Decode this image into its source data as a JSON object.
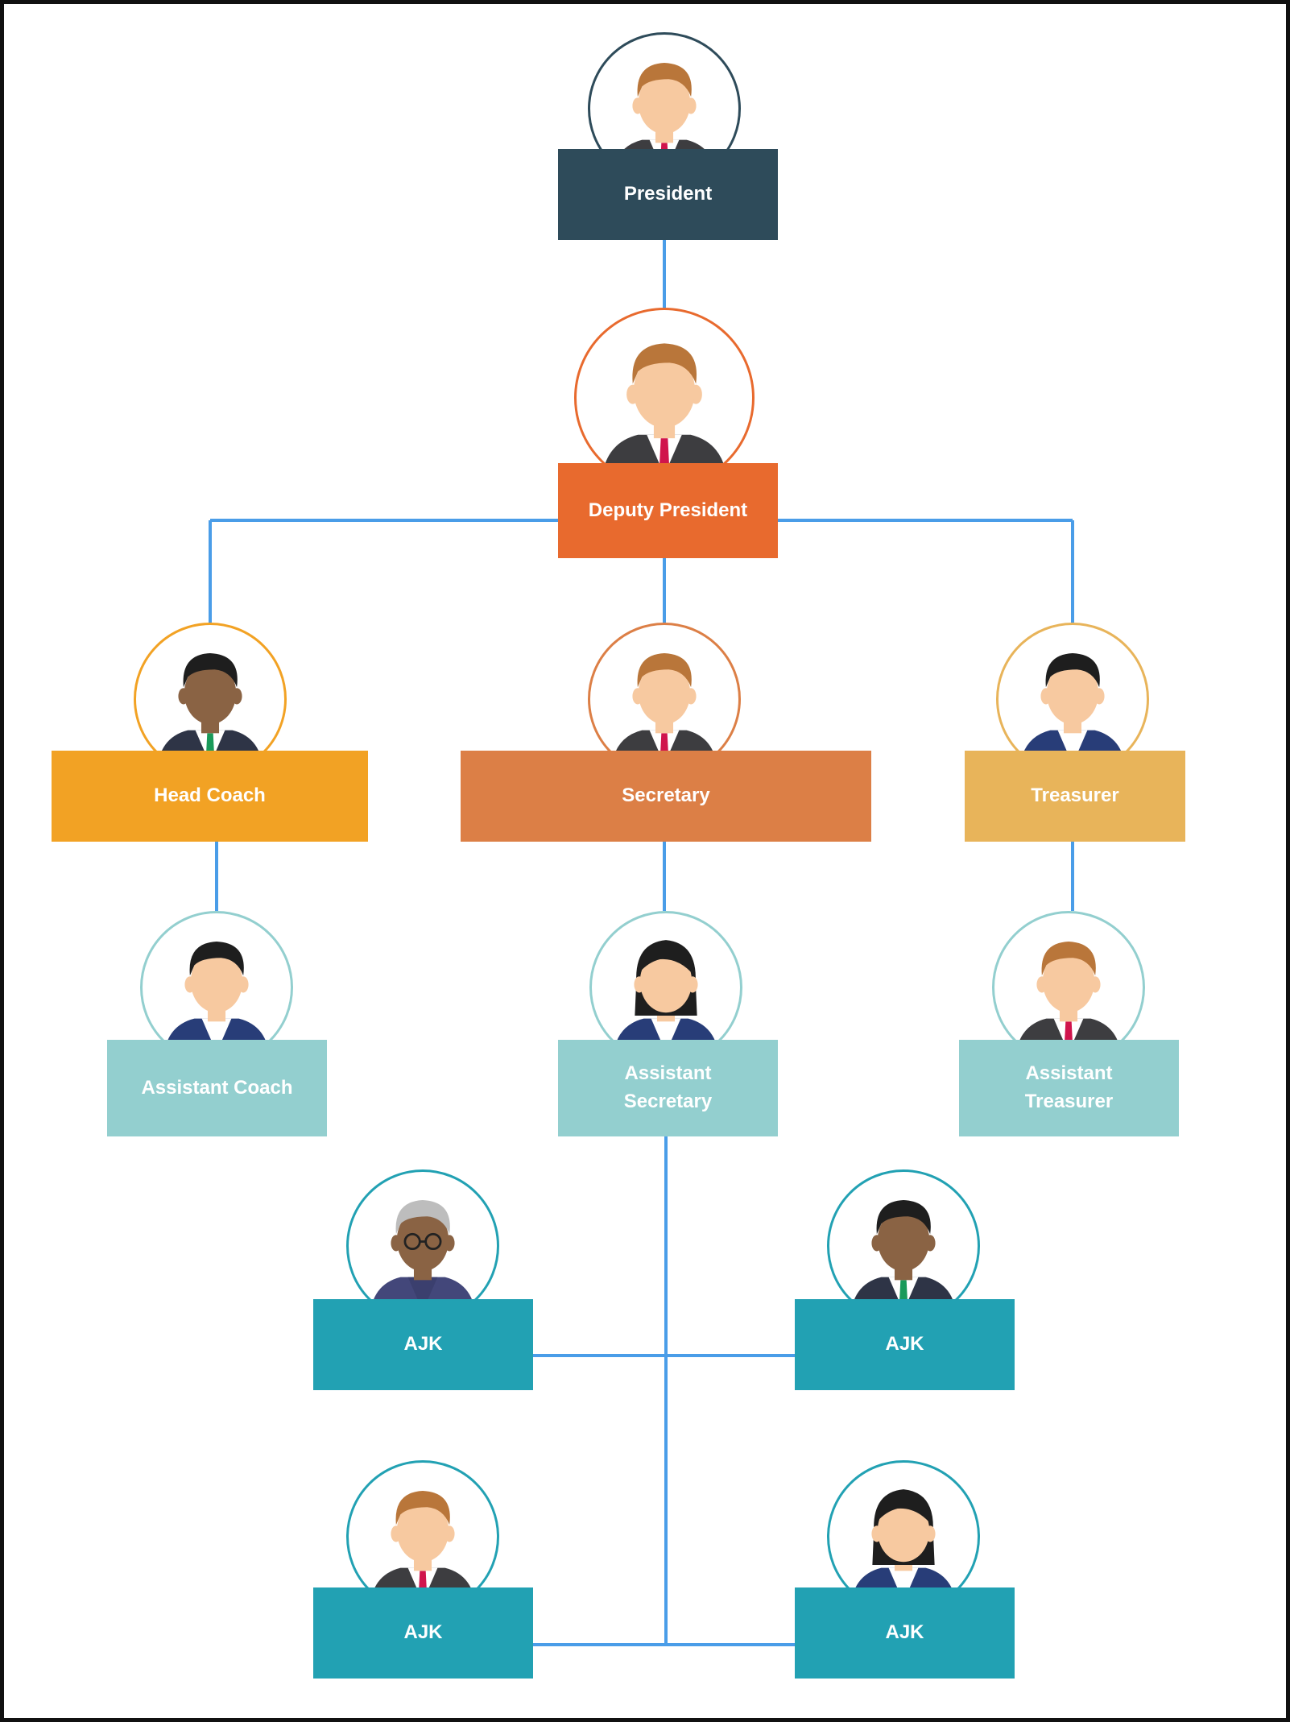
{
  "colors": {
    "connector": "#4a9de8",
    "president": "#2e4b5a",
    "deputy": "#e86a2e",
    "head_coach": "#f2a224",
    "secretary": "#dc7f46",
    "treasurer": "#e8b45a",
    "assistant": "#93cfcf",
    "ajk": "#22a1b3"
  },
  "nodes": [
    {
      "id": "president",
      "label": "President",
      "color": "president",
      "ring": "#2e4b5a",
      "avatar": {
        "skin": "#f7c9a0",
        "hair": "#b9763a",
        "hair_style": "short",
        "suit": "#3d3d40",
        "shirt": "#ffffff",
        "tie": "#d0144c"
      }
    },
    {
      "id": "deputy_president",
      "label": "Deputy President",
      "color": "deputy",
      "ring": "#e86a2e",
      "avatar": {
        "skin": "#f7c9a0",
        "hair": "#b9763a",
        "hair_style": "short",
        "suit": "#3d3d40",
        "shirt": "#ffffff",
        "tie": "#d0144c"
      }
    },
    {
      "id": "head_coach",
      "label": "Head Coach",
      "color": "head_coach",
      "ring": "#f2a224",
      "avatar": {
        "skin": "#8a6344",
        "hair": "#1e1e1e",
        "hair_style": "short",
        "suit": "#2e3446",
        "shirt": "#ffffff",
        "tie": "#1a9a5a"
      }
    },
    {
      "id": "secretary",
      "label": "Secretary",
      "color": "secretary",
      "ring": "#dc7f46",
      "avatar": {
        "skin": "#f7c9a0",
        "hair": "#b9763a",
        "hair_style": "short",
        "suit": "#3d3d40",
        "shirt": "#ffffff",
        "tie": "#d0144c"
      }
    },
    {
      "id": "treasurer",
      "label": "Treasurer",
      "color": "treasurer",
      "ring": "#e8b45a",
      "avatar": {
        "skin": "#f7c9a0",
        "hair": "#1e1e1e",
        "hair_style": "short",
        "suit": "#283d78",
        "shirt": "#ffffff",
        "tie": ""
      }
    },
    {
      "id": "assistant_coach",
      "label": "Assistant Coach",
      "color": "assistant",
      "ring": "#93cfcf",
      "avatar": {
        "skin": "#f7c9a0",
        "hair": "#1e1e1e",
        "hair_style": "short",
        "suit": "#283d78",
        "shirt": "#ffffff",
        "tie": ""
      }
    },
    {
      "id": "assistant_secretary",
      "label": "Assistant Secretary",
      "color": "assistant",
      "ring": "#93cfcf",
      "avatar": {
        "skin": "#f7c9a0",
        "hair": "#1e1e1e",
        "hair_style": "bob",
        "suit": "#283d78",
        "shirt": "#ffffff",
        "tie": ""
      }
    },
    {
      "id": "assistant_treasurer",
      "label": "Assistant Treasurer",
      "color": "assistant",
      "ring": "#93cfcf",
      "avatar": {
        "skin": "#f7c9a0",
        "hair": "#b9763a",
        "hair_style": "short",
        "suit": "#3d3d40",
        "shirt": "#ffffff",
        "tie": "#d0144c"
      }
    },
    {
      "id": "ajk_1",
      "label": "AJK",
      "color": "ajk",
      "ring": "#22a1b3",
      "avatar": {
        "skin": "#8a6344",
        "hair": "#bdbdbd",
        "hair_style": "short",
        "suit": "#43477a",
        "shirt": "#3b3f6e",
        "tie": "",
        "glasses": true
      }
    },
    {
      "id": "ajk_2",
      "label": "AJK",
      "color": "ajk",
      "ring": "#22a1b3",
      "avatar": {
        "skin": "#8a6344",
        "hair": "#1e1e1e",
        "hair_style": "short",
        "suit": "#2e3446",
        "shirt": "#ffffff",
        "tie": "#1a9a5a"
      }
    },
    {
      "id": "ajk_3",
      "label": "AJK",
      "color": "ajk",
      "ring": "#22a1b3",
      "avatar": {
        "skin": "#f7c9a0",
        "hair": "#b9763a",
        "hair_style": "short",
        "suit": "#3d3d40",
        "shirt": "#ffffff",
        "tie": "#d0144c"
      }
    },
    {
      "id": "ajk_4",
      "label": "AJK",
      "color": "ajk",
      "ring": "#22a1b3",
      "avatar": {
        "skin": "#f7c9a0",
        "hair": "#1e1e1e",
        "hair_style": "bob",
        "suit": "#283d78",
        "shirt": "#ffffff",
        "tie": ""
      }
    }
  ],
  "edges": [
    [
      "president",
      "deputy_president"
    ],
    [
      "deputy_president",
      "head_coach"
    ],
    [
      "deputy_president",
      "secretary"
    ],
    [
      "deputy_president",
      "treasurer"
    ],
    [
      "head_coach",
      "assistant_coach"
    ],
    [
      "secretary",
      "assistant_secretary"
    ],
    [
      "treasurer",
      "assistant_treasurer"
    ],
    [
      "assistant_secretary",
      "ajk_1"
    ],
    [
      "assistant_secretary",
      "ajk_2"
    ],
    [
      "assistant_secretary",
      "ajk_3"
    ],
    [
      "assistant_secretary",
      "ajk_4"
    ]
  ]
}
